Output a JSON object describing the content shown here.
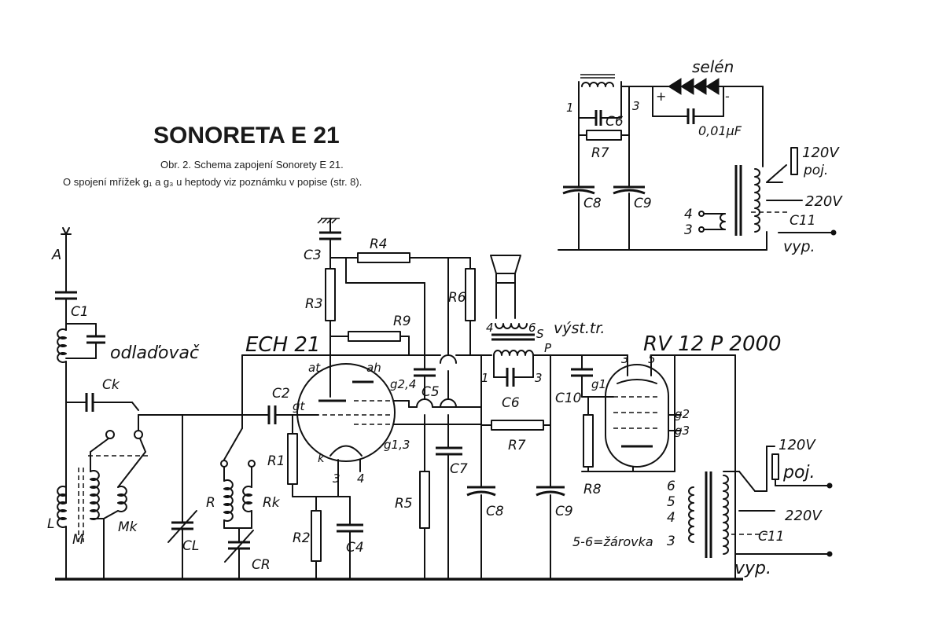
{
  "title": "SONORETA E 21",
  "caption": {
    "line1": "Obr. 2. Schema zapojení Sonorety E 21.",
    "line2": "O spojení mřížek g₁ a g₃ u heptody viz poznámku v popise (str. 8)."
  },
  "tubes": {
    "mixer": "ECH 21",
    "output": "RV 12 P 2000"
  },
  "labels": {
    "antenna": "A",
    "c1": "C1",
    "odladovac": "odlaďovač",
    "ck": "Ck",
    "l": "L",
    "m": "M",
    "mk": "Mk",
    "cl": "CL",
    "r": "R",
    "rk": "Rk",
    "cr": "CR",
    "c2": "C2",
    "gt": "gt",
    "r1": "R1",
    "r2": "R2",
    "c3": "C3",
    "r3": "R3",
    "c4": "C4",
    "r4": "R4",
    "r9": "R9",
    "at": "at",
    "ah": "ah",
    "g24": "g2,4",
    "g13": "g1,3",
    "k": "k",
    "pin3": "3",
    "pin4": "4",
    "c5": "C5",
    "r5": "R5",
    "r6": "R6",
    "c7": "C7",
    "c8": "C8",
    "r7": "R7",
    "c9": "C9",
    "c6": "C6",
    "vystr": "výst.tr.",
    "s": "S",
    "p": "P",
    "t4": "4",
    "t6": "6",
    "t1": "1",
    "t3": "3",
    "c10": "C10",
    "g1": "g1",
    "g2": "g2",
    "g3": "g3",
    "r8": "R8",
    "p3": "3",
    "p5": "5",
    "tr6": "6",
    "tr5": "5",
    "tr4": "4",
    "tr3": "3",
    "zarovka": "5-6=žárovka",
    "v120": "120V",
    "poj": "poj.",
    "v220": "220V",
    "c11": "C11",
    "vyp": "vyp."
  },
  "inset": {
    "selen": "selén",
    "one": "1",
    "c6": "C6",
    "three": "3",
    "cap_value": "0,01μF",
    "r7": "R7",
    "c8": "C8",
    "c9": "C9",
    "v120": "120V",
    "poj": "poj.",
    "v220": "220V",
    "four": "4",
    "three_b": "3",
    "c11": "C11",
    "vyp": "vyp.",
    "plus": "+",
    "minus": "-"
  }
}
